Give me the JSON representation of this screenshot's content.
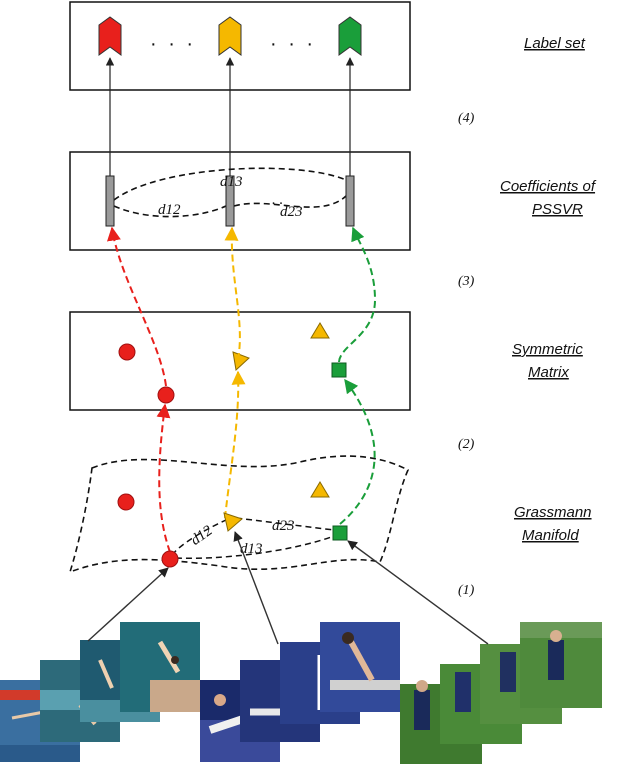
{
  "stages": {
    "label_set": "Label set",
    "coefficients_line1": "Coefficients of",
    "coefficients_line2": "PSSVR",
    "symmetric_line1": "Symmetric",
    "symmetric_line2": "Matrix",
    "grassmann_line1": "Grassmann",
    "grassmann_line2": "Manifold"
  },
  "steps": [
    "(4)",
    "(3)",
    "(2)",
    "(1)"
  ],
  "distances": {
    "top": {
      "d12": "d12",
      "d13": "d13",
      "d23": "d23"
    },
    "manifold": {
      "d12": "d12",
      "d13": "d13",
      "d23": "d23"
    }
  },
  "ellipsis": "· · ·",
  "colors": {
    "red": "#e8201c",
    "yellow": "#f5b800",
    "green": "#1a9e3a",
    "coef_bar": "#9a9a9a"
  },
  "photo_groups": [
    "diving",
    "gymnastics",
    "golf"
  ]
}
